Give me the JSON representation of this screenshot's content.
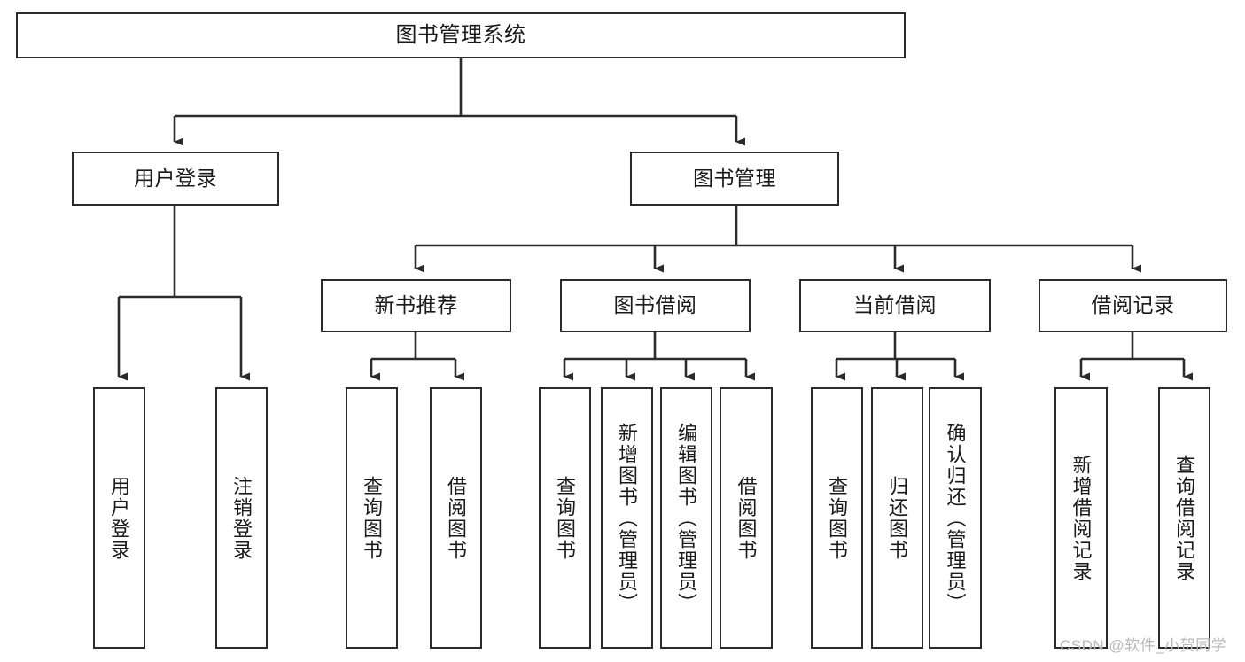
{
  "diagram": {
    "type": "tree-hierarchy",
    "title": "图书管理系统",
    "orientation": "top-down",
    "colors": {
      "box_border": "#2b2b2b",
      "box_fill": "#ffffff",
      "edge": "#2b2b2b",
      "text": "#1a1a1a",
      "watermark": "#b9b9b9",
      "background": "#ffffff"
    },
    "root": {
      "label": "图书管理系统"
    },
    "level2": [
      {
        "label": "用户登录"
      },
      {
        "label": "图书管理"
      }
    ],
    "level3": [
      {
        "label": "新书推荐"
      },
      {
        "label": "图书借阅"
      },
      {
        "label": "当前借阅"
      },
      {
        "label": "借阅记录"
      }
    ],
    "leaves": {
      "user_login": [
        {
          "label": "用户登录"
        },
        {
          "label": "注销登录"
        }
      ],
      "new_book_recommend": [
        {
          "label": "查询图书"
        },
        {
          "label": "借阅图书"
        }
      ],
      "book_borrow": [
        {
          "label": "查询图书"
        },
        {
          "label": "新增图书（管理员）"
        },
        {
          "label": "编辑图书（管理员）"
        },
        {
          "label": "借阅图书"
        }
      ],
      "current_borrow": [
        {
          "label": "查询图书"
        },
        {
          "label": "归还图书"
        },
        {
          "label": "确认归还（管理员）"
        }
      ],
      "borrow_record": [
        {
          "label": "新增借阅记录"
        },
        {
          "label": "查询借阅记录"
        }
      ]
    }
  },
  "watermark": {
    "text": "CSDN @软件_小贺同学"
  }
}
